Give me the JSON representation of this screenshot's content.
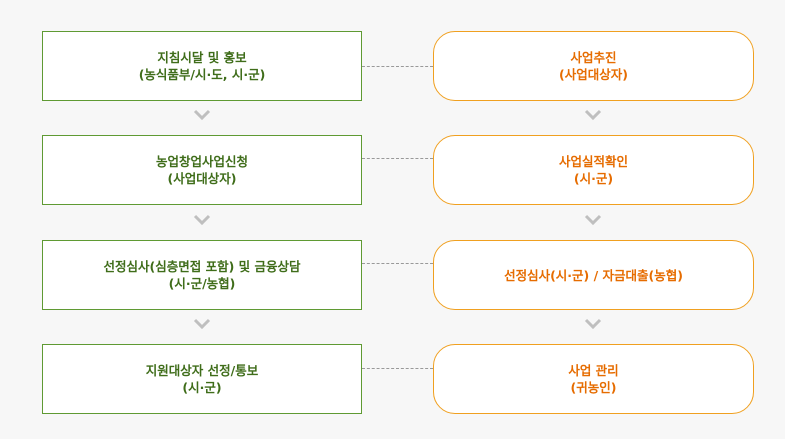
{
  "left_steps": [
    {
      "line1": "지침시달 및 홍보",
      "line2": "(농식품부/시·도, 시·군)"
    },
    {
      "line1": "농업창업사업신청",
      "line2": "(사업대상자)"
    },
    {
      "line1": "선정심사(심층면접 포함) 및 금융상담",
      "line2": "(시·군/농협)"
    },
    {
      "line1": "지원대상자 선정/통보",
      "line2": "(시·군)"
    }
  ],
  "right_steps": [
    {
      "line1": "사업추진",
      "line2": "(사업대상자)"
    },
    {
      "line1": "사업실적확인",
      "line2": "(시·군)"
    },
    {
      "line1": "선정심사(시·군) / 자금대출(농협)",
      "line2": ""
    },
    {
      "line1": "사업 관리",
      "line2": "(귀농인)"
    }
  ],
  "colors": {
    "left_border": "#5f9a33",
    "left_text": "#3f6d1a",
    "right_border": "#f0a020",
    "right_text": "#e66c00",
    "chevron": "#bfbfbf",
    "connector": "#999999"
  },
  "icons": {
    "arrow": "chevron-down-icon"
  }
}
